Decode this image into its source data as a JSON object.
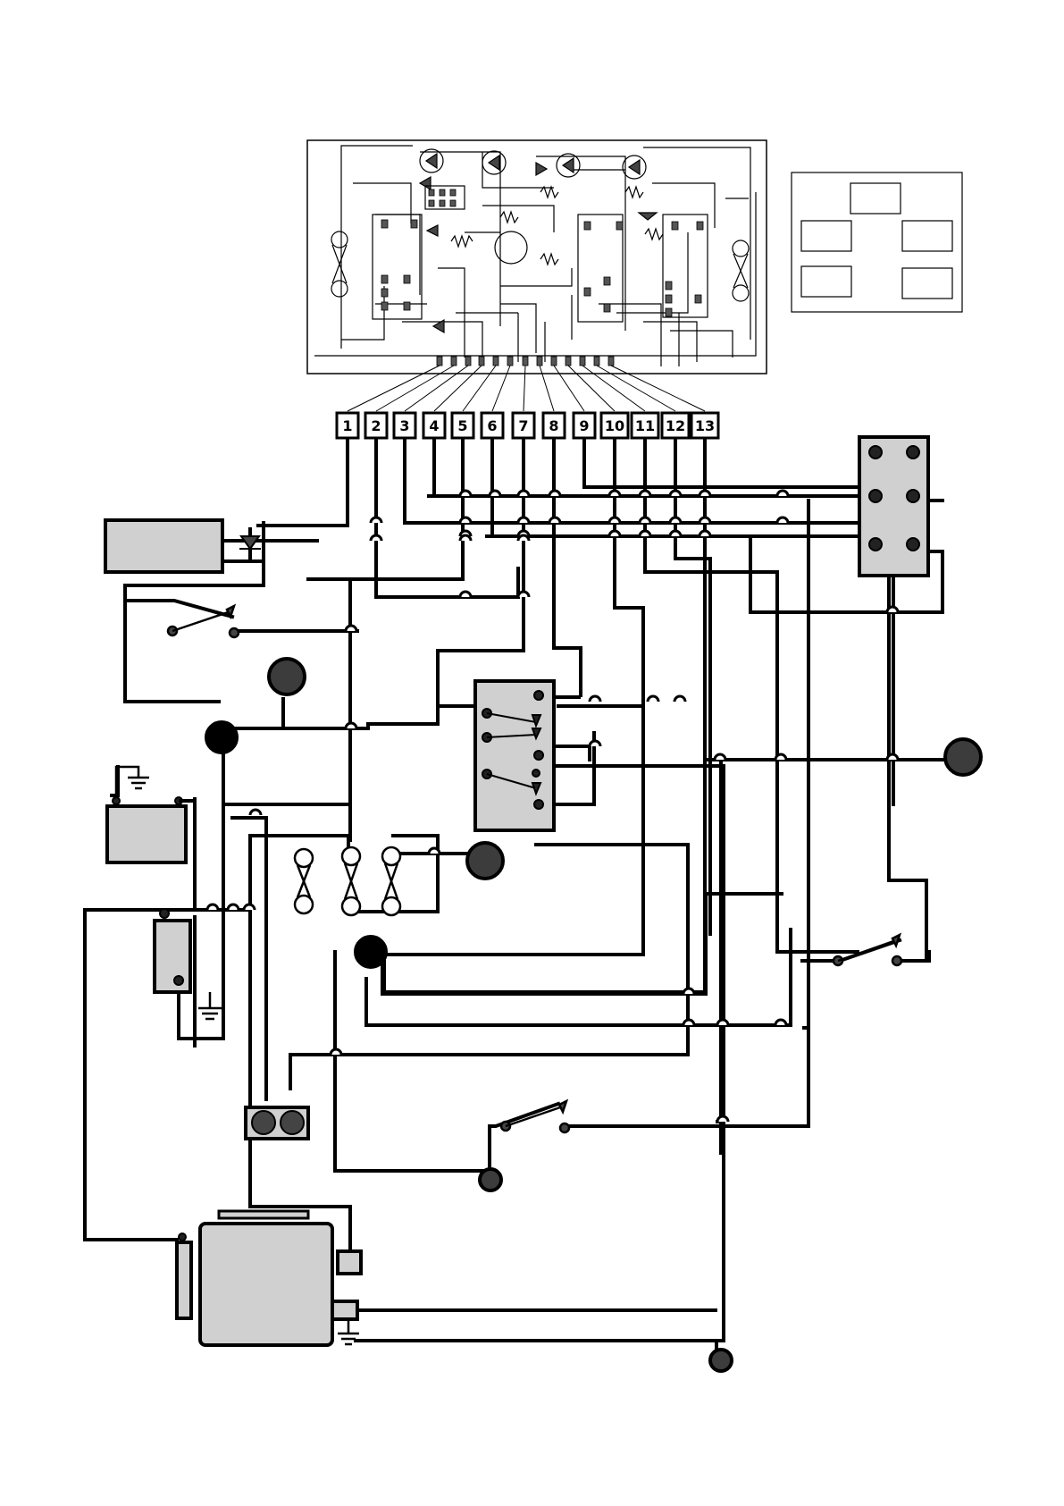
{
  "diagram": {
    "terminals": [
      "1",
      "2",
      "3",
      "4",
      "5",
      "6",
      "7",
      "8",
      "9",
      "10",
      "11",
      "12",
      "13"
    ],
    "colors": {
      "line": "#000000",
      "component_fill": "#d0d0d0",
      "dark_node": "#3c3c3c",
      "background": "#ffffff"
    }
  }
}
